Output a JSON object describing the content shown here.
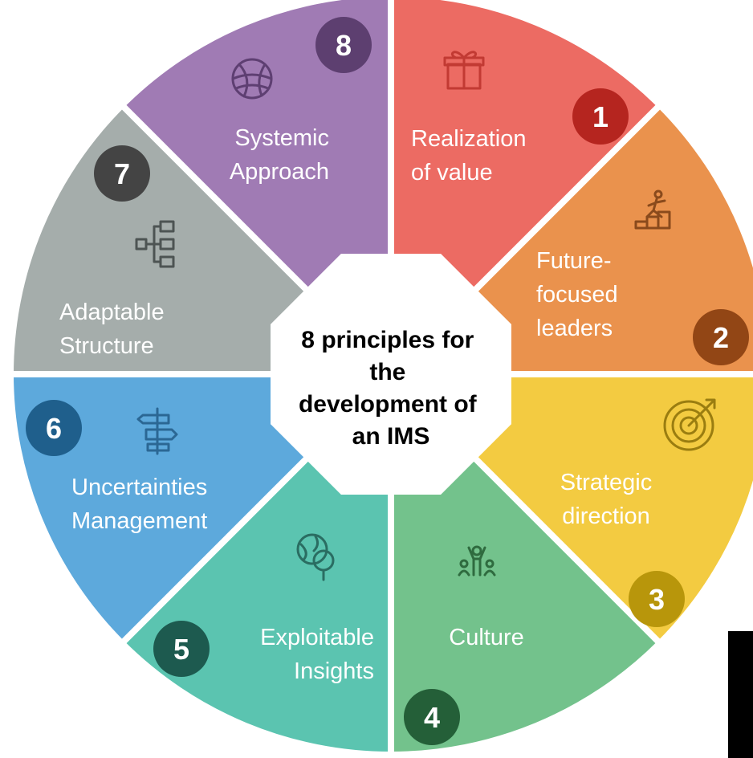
{
  "center_title_lines": [
    "8 principles for",
    "the",
    "development of",
    "an IMS"
  ],
  "segments": [
    {
      "number": "1",
      "label_lines": [
        "Realization",
        "of value"
      ],
      "icon": "gift-icon",
      "color": "#ec6b63",
      "badge_color": "#b5251f",
      "icon_color": "#c23a33"
    },
    {
      "number": "2",
      "label_lines": [
        "Future-",
        "focused",
        "leaders"
      ],
      "icon": "running-steps-icon",
      "color": "#ea924d",
      "badge_color": "#924615",
      "icon_color": "#8a4a1c"
    },
    {
      "number": "3",
      "label_lines": [
        "Strategic",
        "direction"
      ],
      "icon": "target-icon",
      "color": "#f3cb41",
      "badge_color": "#b8960b",
      "icon_color": "#9a7d10"
    },
    {
      "number": "4",
      "label_lines": [
        "Culture"
      ],
      "icon": "team-icon",
      "color": "#73c28c",
      "badge_color": "#245f38",
      "icon_color": "#2f6b3f"
    },
    {
      "number": "5",
      "label_lines": [
        "Exploitable",
        "Insights"
      ],
      "icon": "globe-magnifier-icon",
      "color": "#5bc4b0",
      "badge_color": "#1d5a4f",
      "icon_color": "#2a6d62"
    },
    {
      "number": "6",
      "label_lines": [
        "Uncertainties",
        "Management"
      ],
      "icon": "signpost-icon",
      "color": "#5da9dc",
      "badge_color": "#1f5f8c",
      "icon_color": "#2b6794"
    },
    {
      "number": "7",
      "label_lines": [
        "Adaptable",
        "Structure"
      ],
      "icon": "org-chart-icon",
      "color": "#a5adab",
      "badge_color": "#444444",
      "icon_color": "#4d5453"
    },
    {
      "number": "8",
      "label_lines": [
        "Systemic",
        "Approach"
      ],
      "icon": "network-globe-icon",
      "color": "#a07bb4",
      "badge_color": "#5d3f70",
      "icon_color": "#5e3f72"
    }
  ]
}
